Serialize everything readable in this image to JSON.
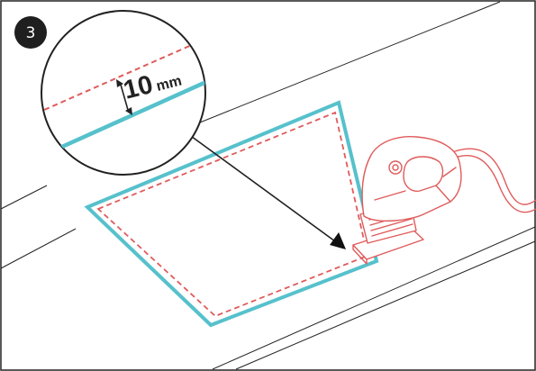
{
  "step": {
    "number": "3"
  },
  "callout": {
    "value": "10",
    "unit": "mm"
  },
  "colors": {
    "cut_line": "#56c1cc",
    "offset_line": "#e05b5b",
    "tool_outline": "#e05b5b",
    "outline": "#222222",
    "badge": "#1f1f1f"
  },
  "icons": [
    "jigsaw-icon",
    "dimension-arrow-icon",
    "pointer-arrow-icon"
  ]
}
